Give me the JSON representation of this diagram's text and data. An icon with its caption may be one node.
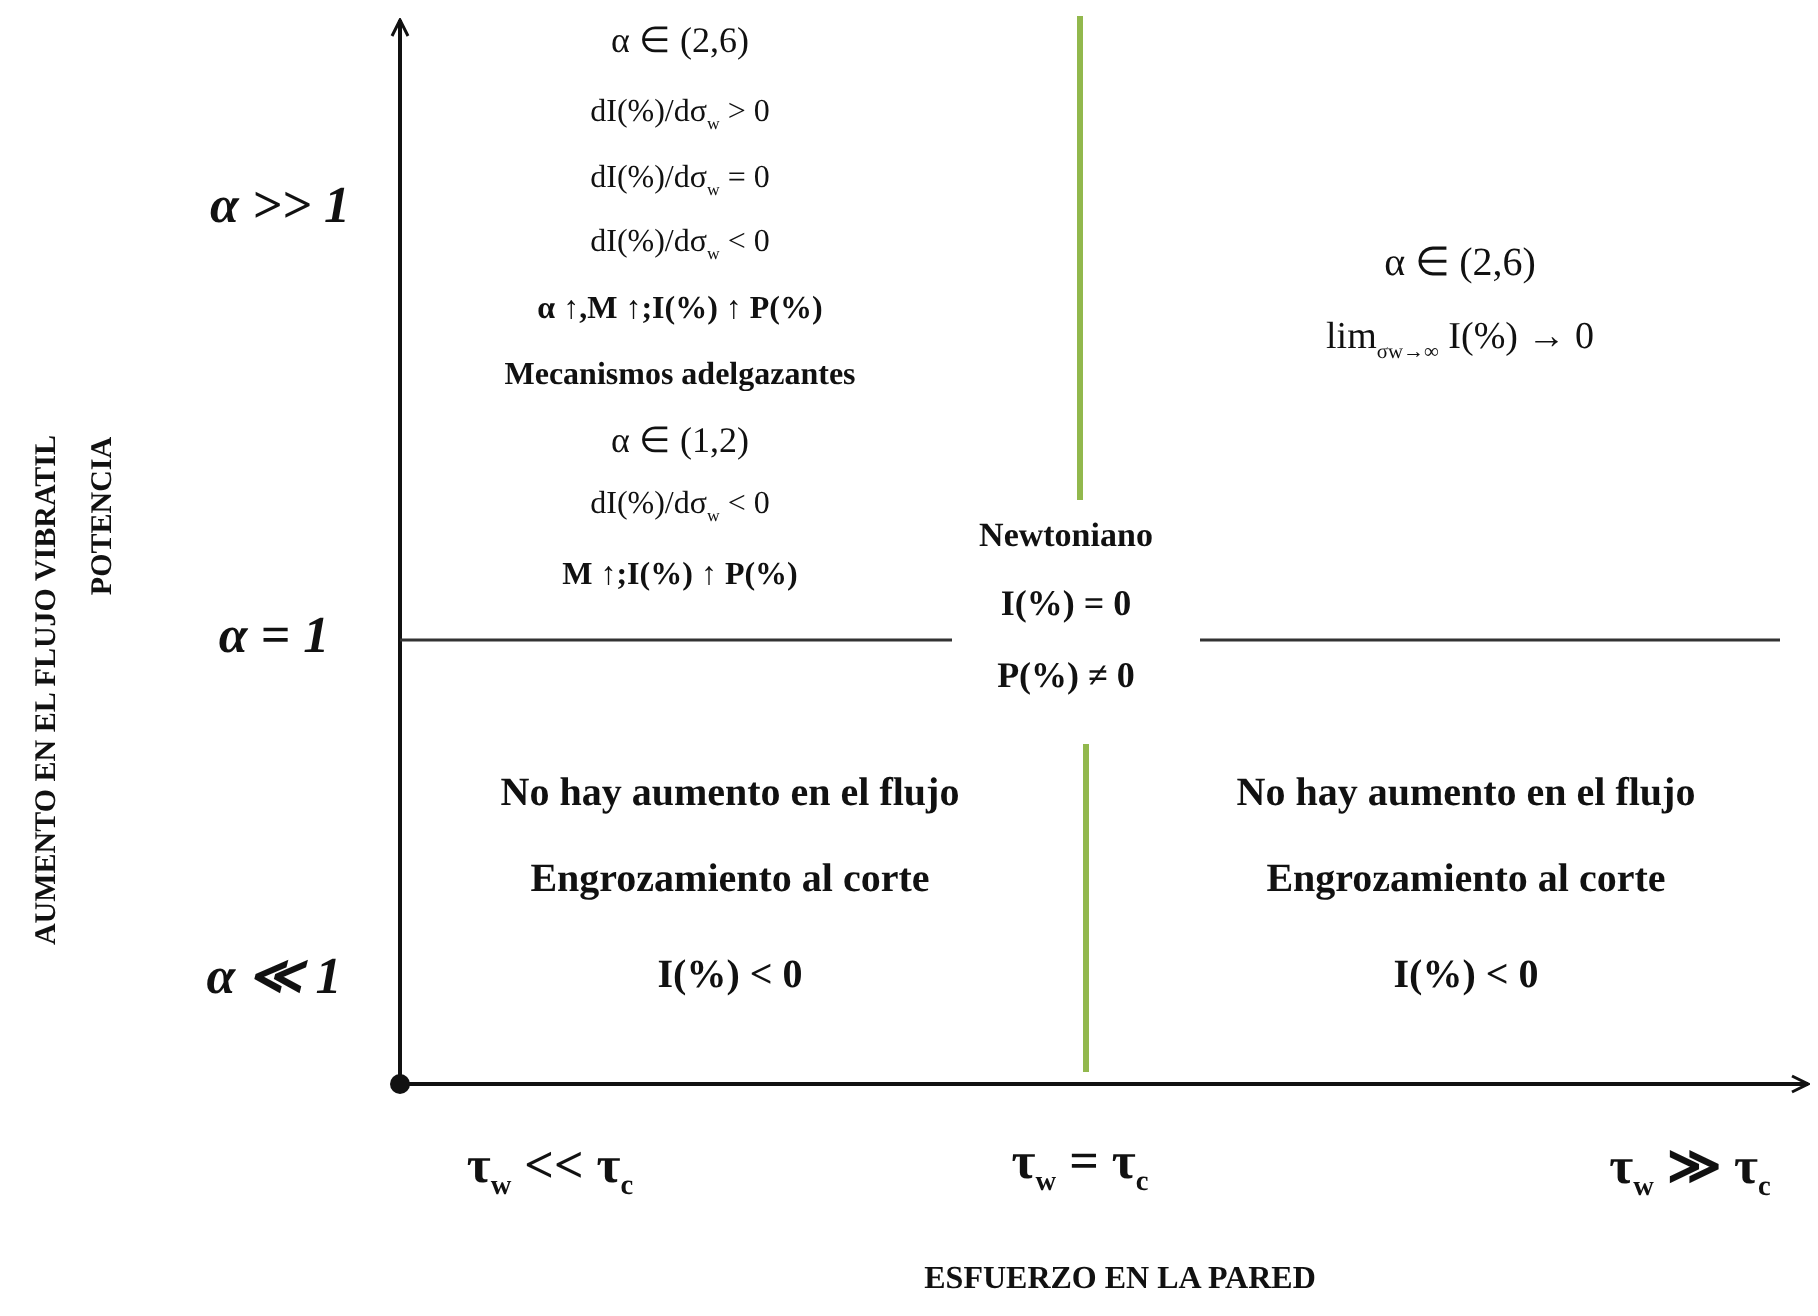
{
  "diagram": {
    "labels": [
      "α ∈ (2,6)",
      "dI(%)/dσ$_{w}$ > 0",
      "dI(%)/dσ$_{w}$ = 0",
      "dI(%)/dσ$_{w}$ < 0",
      "α ↑,M ↑;I(%) ↑ P(%)",
      "Mecanismos adelgazantes",
      "α ∈ (1,2)",
      "dI(%)/dσ$_{w}$ < 0",
      "M ↑;I(%) ↑ P(%)",
      "α >> 1",
      "α ∈ (2,6)",
      "lim$_{σw→∞}$ I(%) → 0",
      "AUMENTO EN EL FLUJO VIBRATIL",
      "POTENCIA",
      "Newtoniano",
      "I(%) = 0",
      "α = 1",
      "P(%) ≠ 0",
      "No hay aumento en el flujo",
      "No hay aumento en el flujo",
      "Engrozamiento al corte",
      "Engrozamiento al corte",
      "α ≪ 1",
      "I(%) < 0",
      "I(%) < 0",
      "τ$_{w}$ << τ$_{c}$",
      "τ$_{w}$ = τ$_{c}$",
      "τ$_{w}$ ≫ τ$_{c}$",
      "ESFUERZO EN LA PARED"
    ]
  }
}
